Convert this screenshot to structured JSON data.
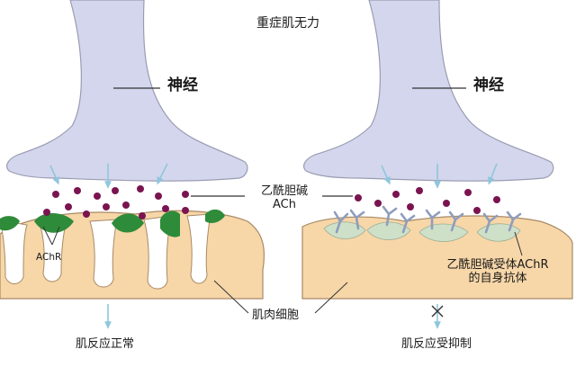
{
  "title": "重症肌无力",
  "nerve_left": "神经",
  "nerve_right": "神经",
  "ach_line1": "乙酰胆碱",
  "ach_line2": "ACh",
  "achr_label": "AChR",
  "muscle_label": "肌肉细胞",
  "antibody_line1": "乙酰胆碱受体AChR",
  "antibody_line2": "的自身抗体",
  "result_left": "肌反应正常",
  "result_right": "肌反应受抑制",
  "colors": {
    "nerve": "#d3d6ec",
    "nerve_outline": "#9a9cb2",
    "muscle": "#f7d6a8",
    "muscle_outline": "#a88a66",
    "receptor": "#2e8b3a",
    "blocked_receptor": "#cfe0c9",
    "ach_dot": "#7a1450",
    "arrow": "#8ec6de",
    "antibody": "#8e9dbd"
  }
}
